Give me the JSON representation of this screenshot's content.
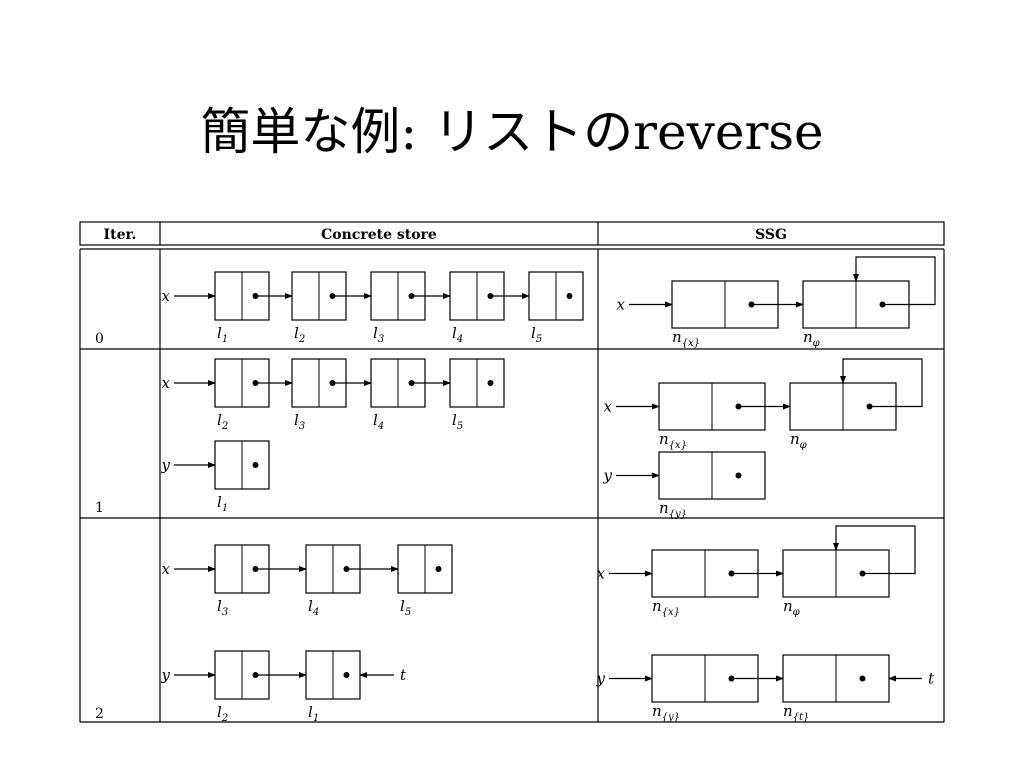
{
  "title": "簡単な例: リストのreverse",
  "table": {
    "headers": {
      "iter": "Iter.",
      "concrete": "Concrete store",
      "ssg": "SSG"
    },
    "iterations": [
      {
        "label": "0",
        "concrete": {
          "chains": [
            {
              "var": "x",
              "cells": [
                {
                  "base": "l",
                  "sub": "1"
                },
                {
                  "base": "l",
                  "sub": "2"
                },
                {
                  "base": "l",
                  "sub": "3"
                },
                {
                  "base": "l",
                  "sub": "4"
                },
                {
                  "base": "l",
                  "sub": "5"
                }
              ]
            }
          ]
        },
        "ssg": {
          "chains": [
            {
              "var": "x",
              "cells": [
                {
                  "base": "n",
                  "sub": "{x}"
                },
                {
                  "base": "n",
                  "sub": "φ"
                }
              ],
              "self_loop_last": true
            }
          ]
        }
      },
      {
        "label": "1",
        "concrete": {
          "chains": [
            {
              "var": "x",
              "cells": [
                {
                  "base": "l",
                  "sub": "2"
                },
                {
                  "base": "l",
                  "sub": "3"
                },
                {
                  "base": "l",
                  "sub": "4"
                },
                {
                  "base": "l",
                  "sub": "5"
                }
              ]
            },
            {
              "var": "y",
              "cells": [
                {
                  "base": "l",
                  "sub": "1"
                }
              ]
            }
          ]
        },
        "ssg": {
          "chains": [
            {
              "var": "x",
              "cells": [
                {
                  "base": "n",
                  "sub": "{x}"
                },
                {
                  "base": "n",
                  "sub": "φ"
                }
              ],
              "self_loop_last": true
            },
            {
              "var": "y",
              "cells": [
                {
                  "base": "n",
                  "sub": "{y}"
                }
              ]
            }
          ]
        }
      },
      {
        "label": "2",
        "concrete": {
          "chains": [
            {
              "var": "x",
              "cells": [
                {
                  "base": "l",
                  "sub": "3"
                },
                {
                  "base": "l",
                  "sub": "4"
                },
                {
                  "base": "l",
                  "sub": "5"
                }
              ]
            },
            {
              "var": "y",
              "cells": [
                {
                  "base": "l",
                  "sub": "2"
                },
                {
                  "base": "l",
                  "sub": "1"
                }
              ],
              "tail_var": "t"
            }
          ]
        },
        "ssg": {
          "chains": [
            {
              "var": "x",
              "cells": [
                {
                  "base": "n",
                  "sub": "{x}"
                },
                {
                  "base": "n",
                  "sub": "φ"
                }
              ],
              "self_loop_last": true
            },
            {
              "var": "y",
              "cells": [
                {
                  "base": "n",
                  "sub": "{y}"
                },
                {
                  "base": "n",
                  "sub": "{t}"
                }
              ],
              "tail_var": "t"
            }
          ]
        }
      }
    ]
  }
}
